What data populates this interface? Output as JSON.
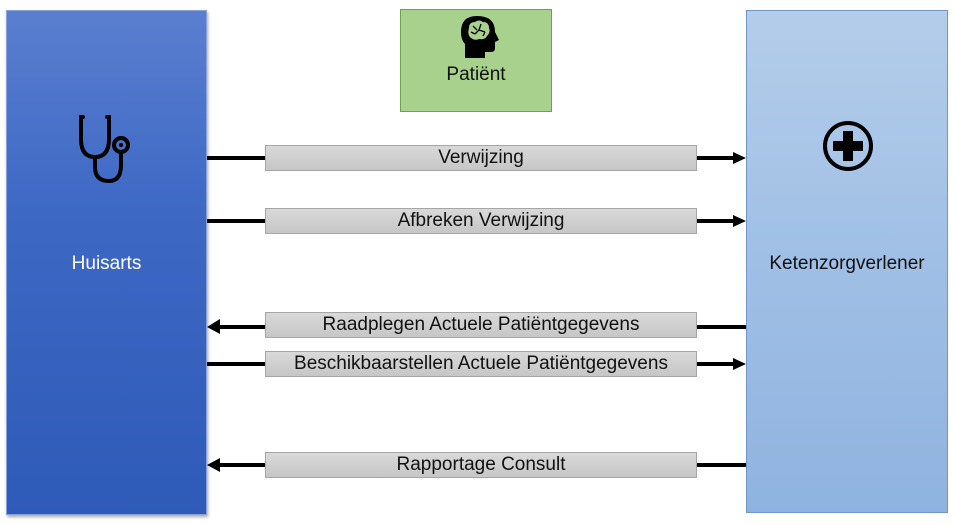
{
  "actors": {
    "huisarts": {
      "label": "Huisarts",
      "icon": "stethoscope-icon"
    },
    "patient": {
      "label": "Patiënt",
      "icon": "head-brain-icon"
    },
    "ketenzorgverlener": {
      "label": "Ketenzorgverlener",
      "icon": "medical-cross-icon"
    }
  },
  "messages": [
    {
      "label": "Verwijzing",
      "direction": "right"
    },
    {
      "label": "Afbreken Verwijzing",
      "direction": "right"
    },
    {
      "label": "Raadplegen Actuele Patiëntgegevens",
      "direction": "left"
    },
    {
      "label": "Beschikbaarstellen Actuele Patiëntgegevens",
      "direction": "right"
    },
    {
      "label": "Rapportage Consult",
      "direction": "left"
    }
  ],
  "colors": {
    "huisarts": "#3d68c4",
    "ketenzorgverlener": "#a0bfe5",
    "patient": "#a9d18e",
    "message_box": "#d0d0d0",
    "arrow": "#000000"
  }
}
